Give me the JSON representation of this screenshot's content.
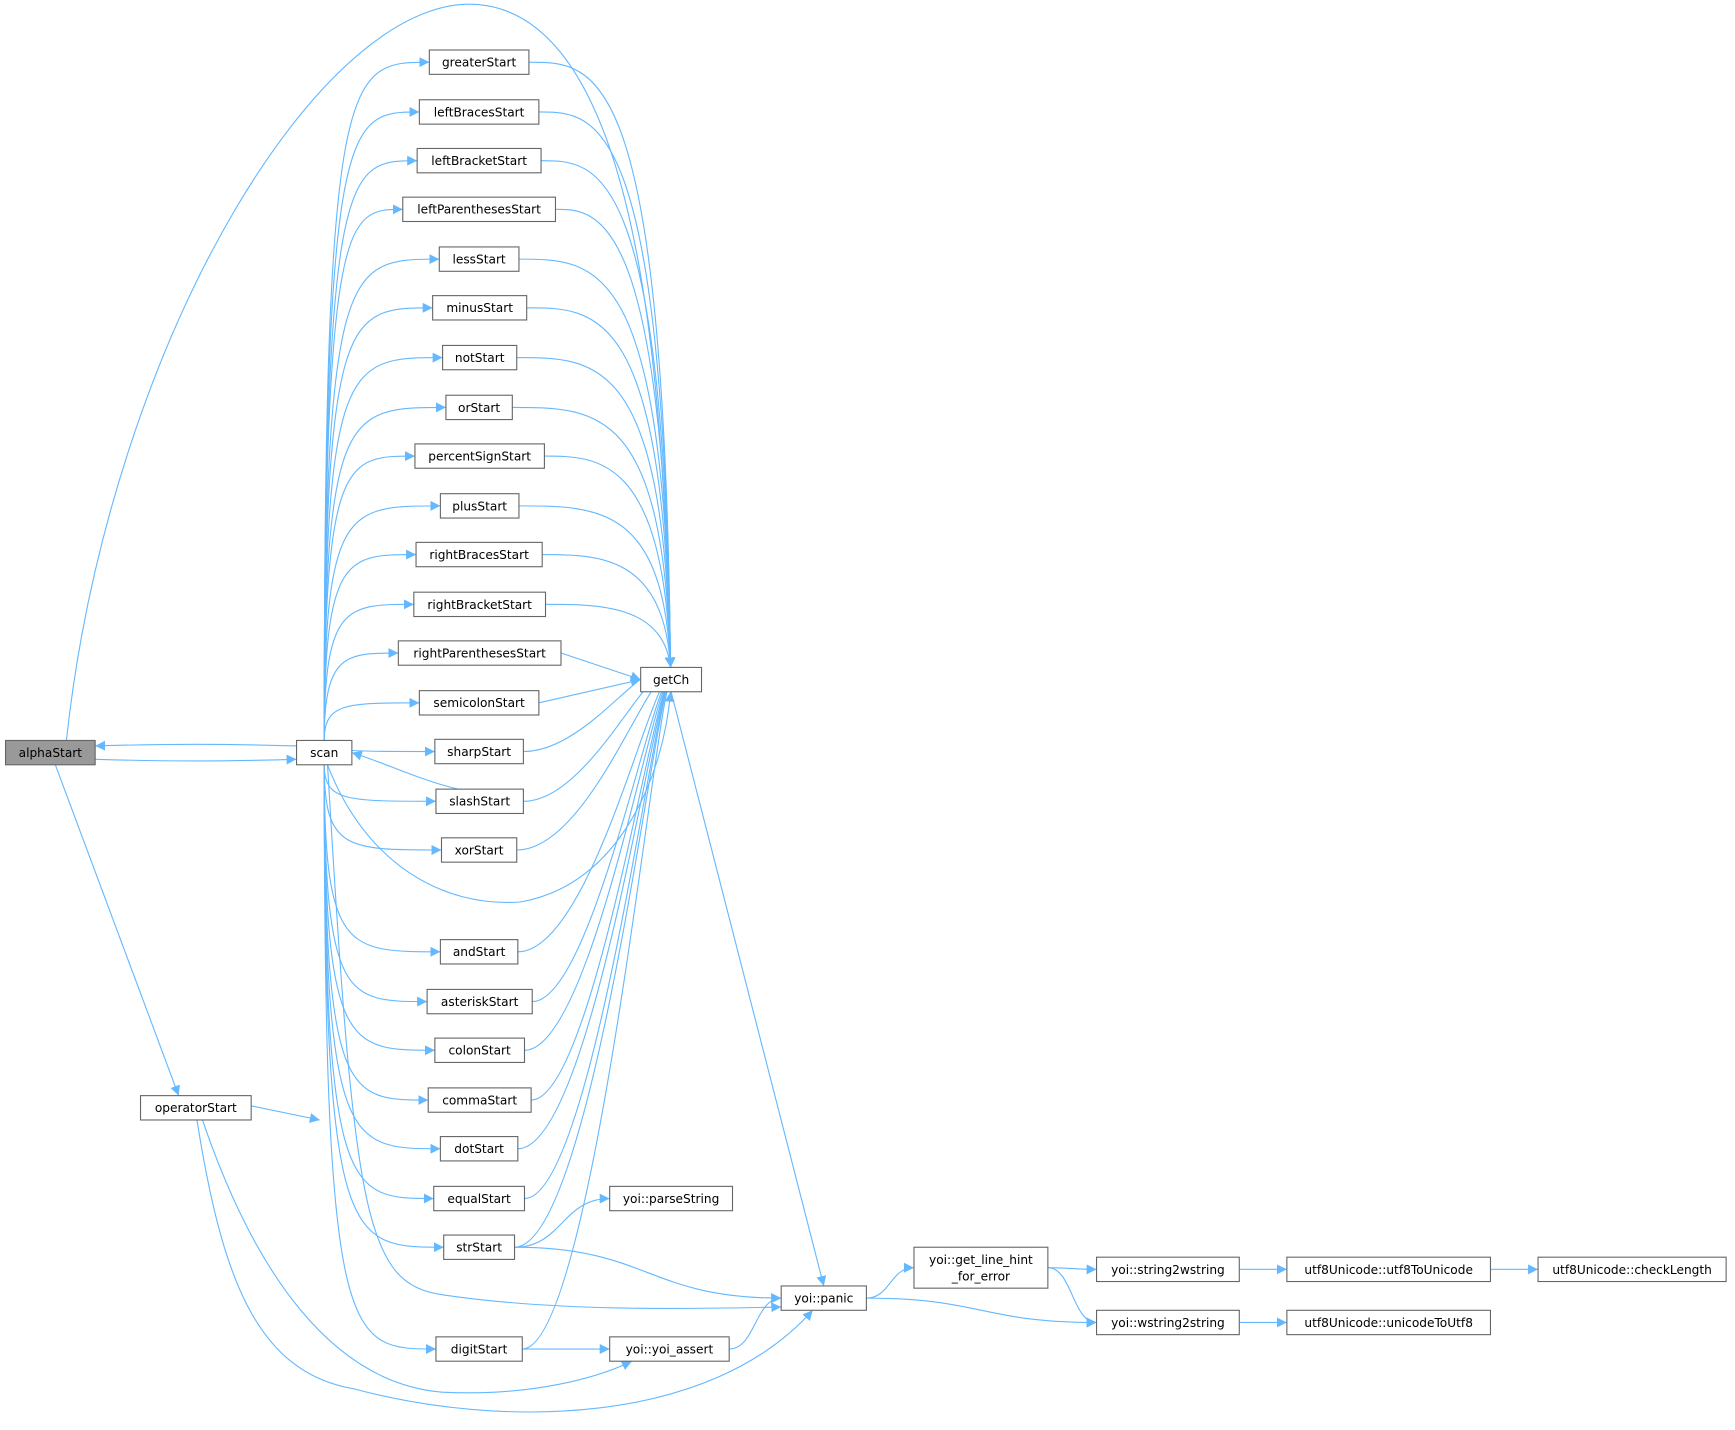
{
  "nodes": {
    "alphaStart": "alphaStart",
    "scan": "scan",
    "operatorStart": "operatorStart",
    "greaterStart": "greaterStart",
    "leftBracesStart": "leftBracesStart",
    "leftBracketStart": "leftBracketStart",
    "leftParenthesesStart": "leftParenthesesStart",
    "lessStart": "lessStart",
    "minusStart": "minusStart",
    "notStart": "notStart",
    "orStart": "orStart",
    "percentSignStart": "percentSignStart",
    "plusStart": "plusStart",
    "rightBracesStart": "rightBracesStart",
    "rightBracketStart": "rightBracketStart",
    "rightParenthesesStart": "rightParenthesesStart",
    "semicolonStart": "semicolonStart",
    "sharpStart": "sharpStart",
    "slashStart": "slashStart",
    "xorStart": "xorStart",
    "andStart": "andStart",
    "asteriskStart": "asteriskStart",
    "colonStart": "colonStart",
    "commaStart": "commaStart",
    "dotStart": "dotStart",
    "equalStart": "equalStart",
    "strStart": "strStart",
    "digitStart": "digitStart",
    "getCh": "getCh",
    "parseString": "yoi::parseString",
    "panic": "yoi::panic",
    "yoi_assert": "yoi::yoi_assert",
    "get_line_hint_1": "yoi::get_line_hint",
    "get_line_hint_2": "_for_error",
    "string2wstring": "yoi::string2wstring",
    "wstring2string": "yoi::wstring2string",
    "utf8ToUnicode": "utf8Unicode::utf8ToUnicode",
    "unicodeToUtf8": "utf8Unicode::unicodeToUtf8",
    "checkLength": "utf8Unicode::checkLength"
  },
  "focus_node": "alphaStart",
  "colors": {
    "edge": "#63b8ff",
    "focus_fill": "#999999",
    "border": "#666666"
  },
  "edges": [
    [
      "alphaStart",
      "scan"
    ],
    [
      "scan",
      "alphaStart"
    ],
    [
      "alphaStart",
      "getCh"
    ],
    [
      "alphaStart",
      "operatorStart"
    ],
    [
      "operatorStart",
      "scan"
    ],
    [
      "operatorStart",
      "yoi_assert"
    ],
    [
      "operatorStart",
      "panic"
    ],
    [
      "scan",
      "greaterStart"
    ],
    [
      "scan",
      "leftBracesStart"
    ],
    [
      "scan",
      "leftBracketStart"
    ],
    [
      "scan",
      "leftParenthesesStart"
    ],
    [
      "scan",
      "lessStart"
    ],
    [
      "scan",
      "minusStart"
    ],
    [
      "scan",
      "notStart"
    ],
    [
      "scan",
      "orStart"
    ],
    [
      "scan",
      "percentSignStart"
    ],
    [
      "scan",
      "plusStart"
    ],
    [
      "scan",
      "rightBracesStart"
    ],
    [
      "scan",
      "rightBracketStart"
    ],
    [
      "scan",
      "rightParenthesesStart"
    ],
    [
      "scan",
      "semicolonStart"
    ],
    [
      "scan",
      "sharpStart"
    ],
    [
      "scan",
      "slashStart"
    ],
    [
      "scan",
      "xorStart"
    ],
    [
      "scan",
      "andStart"
    ],
    [
      "scan",
      "asteriskStart"
    ],
    [
      "scan",
      "colonStart"
    ],
    [
      "scan",
      "commaStart"
    ],
    [
      "scan",
      "dotStart"
    ],
    [
      "scan",
      "equalStart"
    ],
    [
      "scan",
      "strStart"
    ],
    [
      "scan",
      "digitStart"
    ],
    [
      "scan",
      "getCh"
    ],
    [
      "scan",
      "panic"
    ],
    [
      "slashStart",
      "scan"
    ],
    [
      "greaterStart",
      "getCh"
    ],
    [
      "leftBracesStart",
      "getCh"
    ],
    [
      "leftBracketStart",
      "getCh"
    ],
    [
      "leftParenthesesStart",
      "getCh"
    ],
    [
      "lessStart",
      "getCh"
    ],
    [
      "minusStart",
      "getCh"
    ],
    [
      "notStart",
      "getCh"
    ],
    [
      "orStart",
      "getCh"
    ],
    [
      "percentSignStart",
      "getCh"
    ],
    [
      "plusStart",
      "getCh"
    ],
    [
      "rightBracesStart",
      "getCh"
    ],
    [
      "rightBracketStart",
      "getCh"
    ],
    [
      "rightParenthesesStart",
      "getCh"
    ],
    [
      "semicolonStart",
      "getCh"
    ],
    [
      "sharpStart",
      "getCh"
    ],
    [
      "slashStart",
      "getCh"
    ],
    [
      "xorStart",
      "getCh"
    ],
    [
      "andStart",
      "getCh"
    ],
    [
      "asteriskStart",
      "getCh"
    ],
    [
      "colonStart",
      "getCh"
    ],
    [
      "commaStart",
      "getCh"
    ],
    [
      "dotStart",
      "getCh"
    ],
    [
      "equalStart",
      "getCh"
    ],
    [
      "strStart",
      "getCh"
    ],
    [
      "strStart",
      "parseString"
    ],
    [
      "strStart",
      "panic"
    ],
    [
      "digitStart",
      "getCh"
    ],
    [
      "digitStart",
      "yoi_assert"
    ],
    [
      "yoi_assert",
      "panic"
    ],
    [
      "getCh",
      "panic"
    ],
    [
      "panic",
      "get_line_hint"
    ],
    [
      "panic",
      "wstring2string"
    ],
    [
      "get_line_hint",
      "string2wstring"
    ],
    [
      "get_line_hint",
      "wstring2string"
    ],
    [
      "string2wstring",
      "utf8ToUnicode"
    ],
    [
      "utf8ToUnicode",
      "checkLength"
    ],
    [
      "wstring2string",
      "unicodeToUtf8"
    ]
  ]
}
